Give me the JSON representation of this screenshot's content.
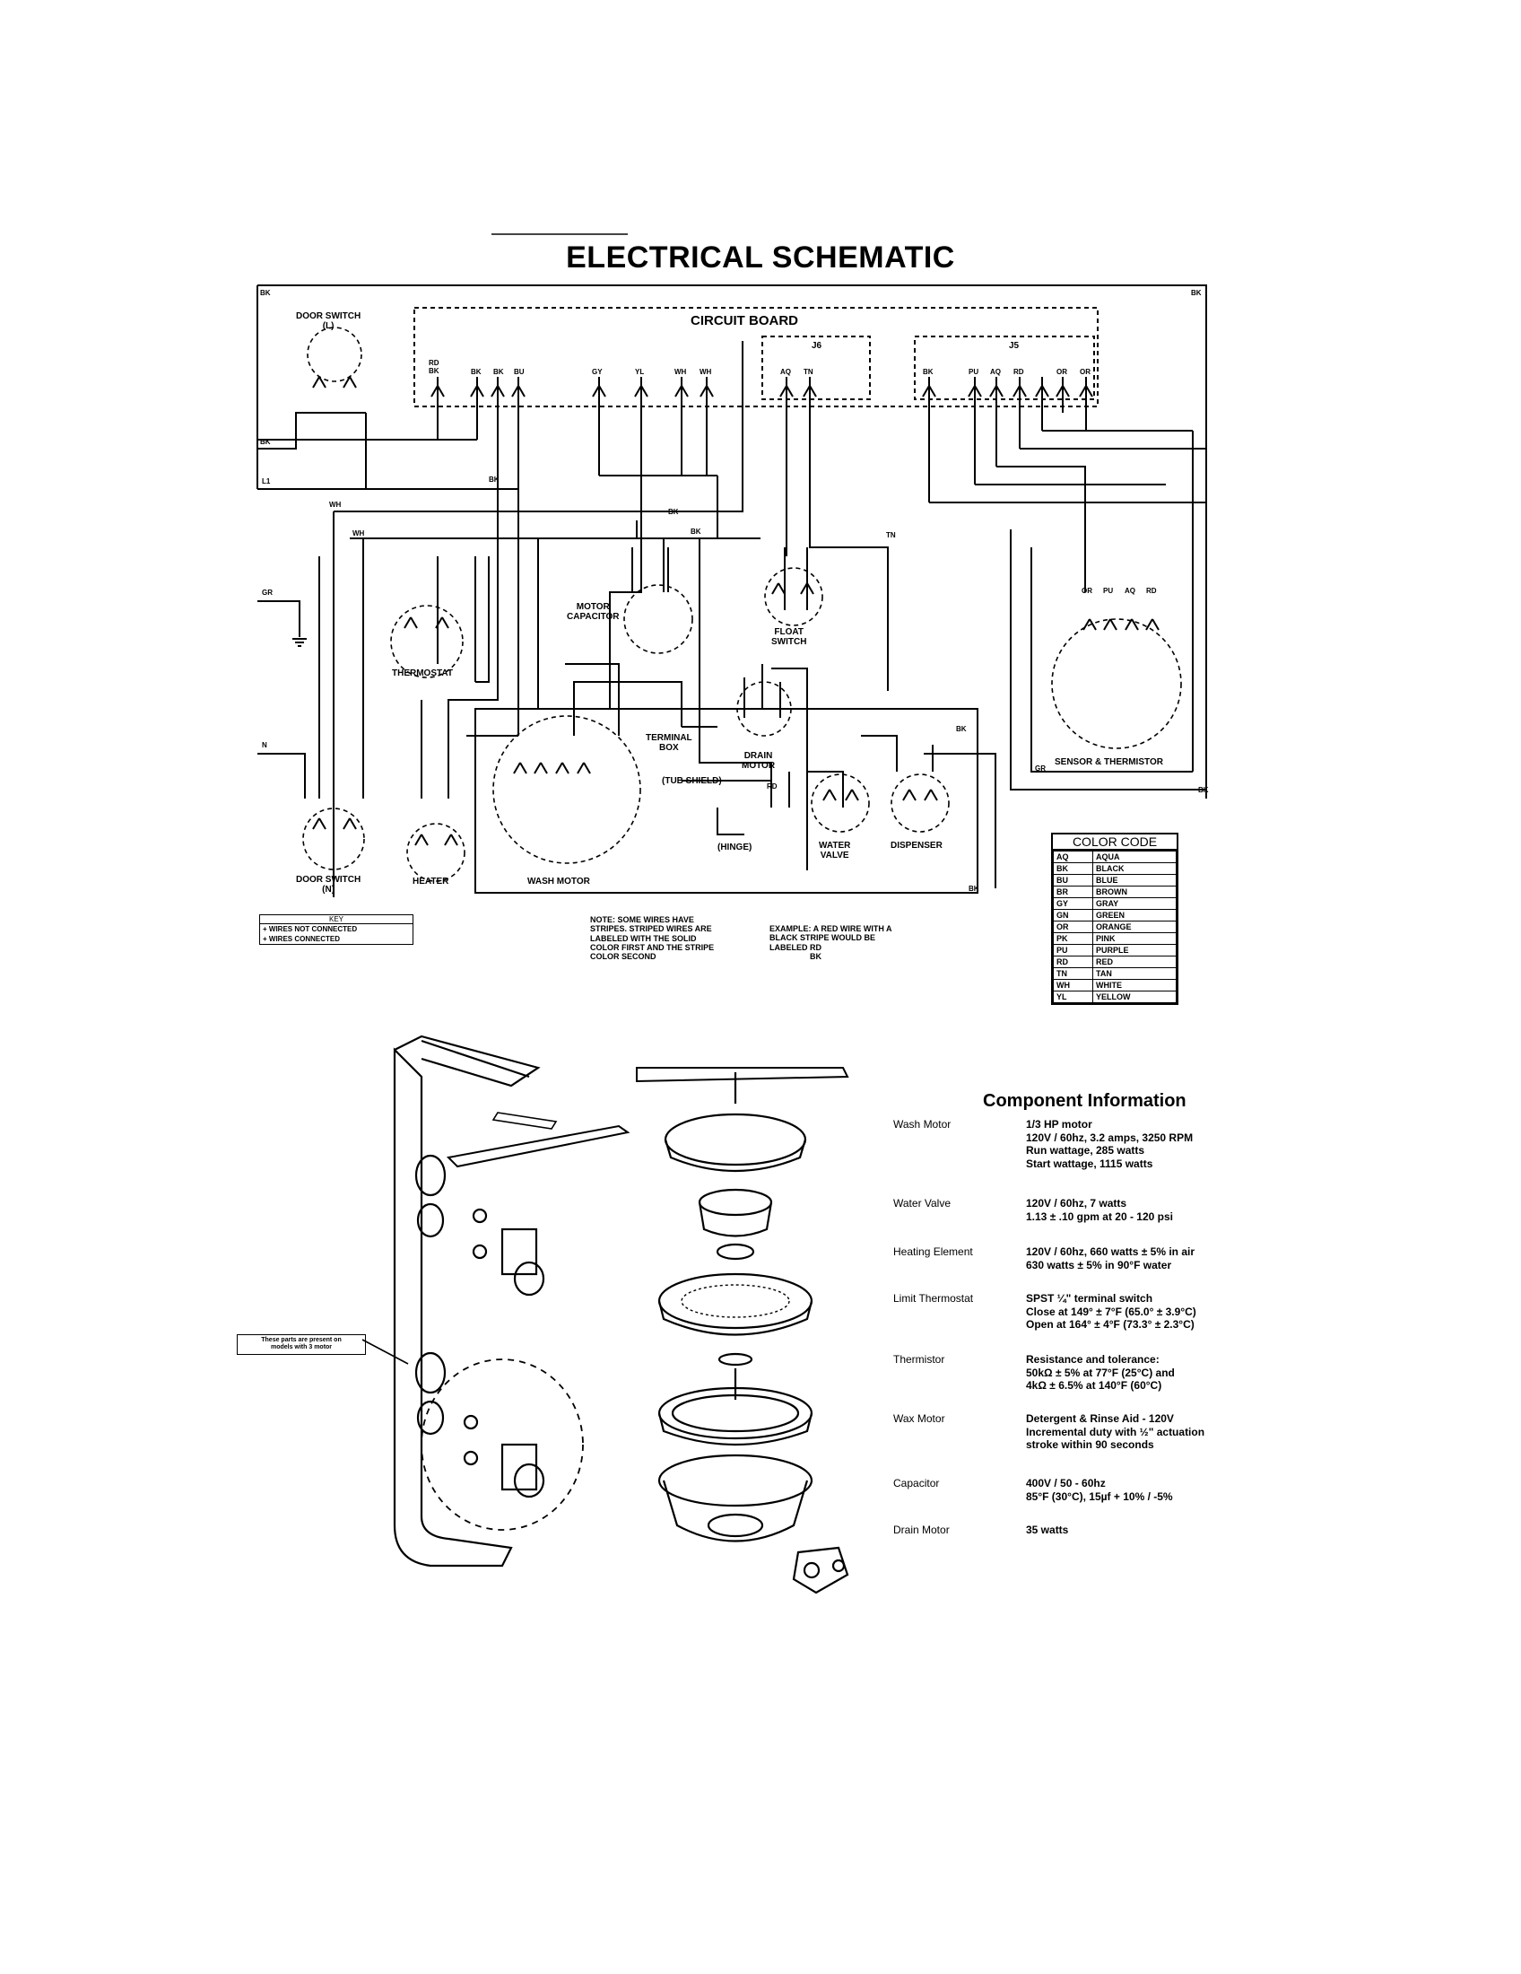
{
  "title": "ELECTRICAL SCHEMATIC",
  "circuit_board": {
    "label": "CIRCUIT BOARD",
    "j6": "J6",
    "j5": "J5"
  },
  "components": {
    "door_switch_top": "DOOR SWITCH\n(L)",
    "thermostat": "THERMOSTAT",
    "motor_capacitor": "MOTOR\nCAPACITOR",
    "float_switch": "FLOAT\nSWITCH",
    "drain_motor": "DRAIN\nMOTOR",
    "terminal_box": "TERMINAL\nBOX",
    "tub_shield": "(TUB SHIELD)",
    "hinge": "(HINGE)",
    "water_valve": "WATER\nVALVE",
    "dispenser": "DISPENSER",
    "sensor_thermistor": "SENSOR & THERMISTOR",
    "door_switch_bottom": "DOOR SWITCH\n(N)",
    "heater": "HEATER",
    "wash_motor": "WASH MOTOR"
  },
  "wire_labels": {
    "board_left": [
      "RD\nBK",
      "BK",
      "BK",
      "BU"
    ],
    "board_mid": [
      "GY",
      "YL",
      "WH",
      "WH"
    ],
    "board_j6": [
      "AQ",
      "TN"
    ],
    "board_j5": [
      "BK",
      "PU",
      "AQ",
      "RD",
      "OR",
      "OR"
    ],
    "edge": [
      "BK",
      "BK",
      "BK",
      "GR",
      "N",
      "L1",
      "WH",
      "WH",
      "BK",
      "BK",
      "BK",
      "RD",
      "TN",
      "BK",
      "GR",
      "BK",
      "BK"
    ],
    "sensor": [
      "OR",
      "PU",
      "AQ",
      "RD"
    ]
  },
  "key": {
    "title": "KEY",
    "items": [
      "WIRES NOT CONNECTED",
      "WIRES CONNECTED"
    ]
  },
  "notes": {
    "left": "NOTE: SOME WIRES HAVE\nSTRIPES. STRIPED WIRES ARE\nLABELED WITH THE SOLID\nCOLOR FIRST AND THE STRIPE\nCOLOR SECOND",
    "right": "EXAMPLE: A RED WIRE WITH A\nBLACK STRIPE WOULD BE\nLABELED RD\n                  BK"
  },
  "color_code": {
    "title": "COLOR CODE",
    "rows": [
      [
        "AQ",
        "AQUA"
      ],
      [
        "BK",
        "BLACK"
      ],
      [
        "BU",
        "BLUE"
      ],
      [
        "BR",
        "BROWN"
      ],
      [
        "GY",
        "GRAY"
      ],
      [
        "GN",
        "GREEN"
      ],
      [
        "OR",
        "ORANGE"
      ],
      [
        "PK",
        "PINK"
      ],
      [
        "PU",
        "PURPLE"
      ],
      [
        "RD",
        "RED"
      ],
      [
        "TN",
        "TAN"
      ],
      [
        "WH",
        "WHITE"
      ],
      [
        "YL",
        "YELLOW"
      ]
    ]
  },
  "callout": "These parts are present on\nmodels with 3 motor",
  "component_info": {
    "title": "Component Information",
    "rows": [
      {
        "name": "Wash Motor",
        "spec": "1/3 HP motor\n120V / 60hz, 3.2 amps, 3250 RPM\nRun wattage, 285 watts\nStart wattage, 1115 watts"
      },
      {
        "name": "Water Valve",
        "spec": "120V / 60hz, 7 watts\n1.13 ± .10 gpm at 20 - 120 psi"
      },
      {
        "name": "Heating Element",
        "spec": "120V / 60hz, 660 watts ± 5% in air\n630 watts ± 5% in 90°F water"
      },
      {
        "name": "Limit Thermostat",
        "spec": "SPST ¼\" terminal switch\nClose at 149° ± 7°F (65.0° ± 3.9°C)\nOpen at 164° ± 4°F (73.3° ± 2.3°C)"
      },
      {
        "name": "Thermistor",
        "spec": "Resistance and tolerance:\n50kΩ ± 5% at 77°F (25°C) and\n4kΩ ± 6.5% at 140°F (60°C)"
      },
      {
        "name": "Wax Motor",
        "spec": "Detergent & Rinse Aid - 120V\nIncremental duty with ½\" actuation\nstroke within 90 seconds"
      },
      {
        "name": "Capacitor",
        "spec": "400V / 50 - 60hz\n85°F (30°C), 15µf + 10% / -5%"
      },
      {
        "name": "Drain Motor",
        "spec": "35 watts"
      }
    ]
  }
}
